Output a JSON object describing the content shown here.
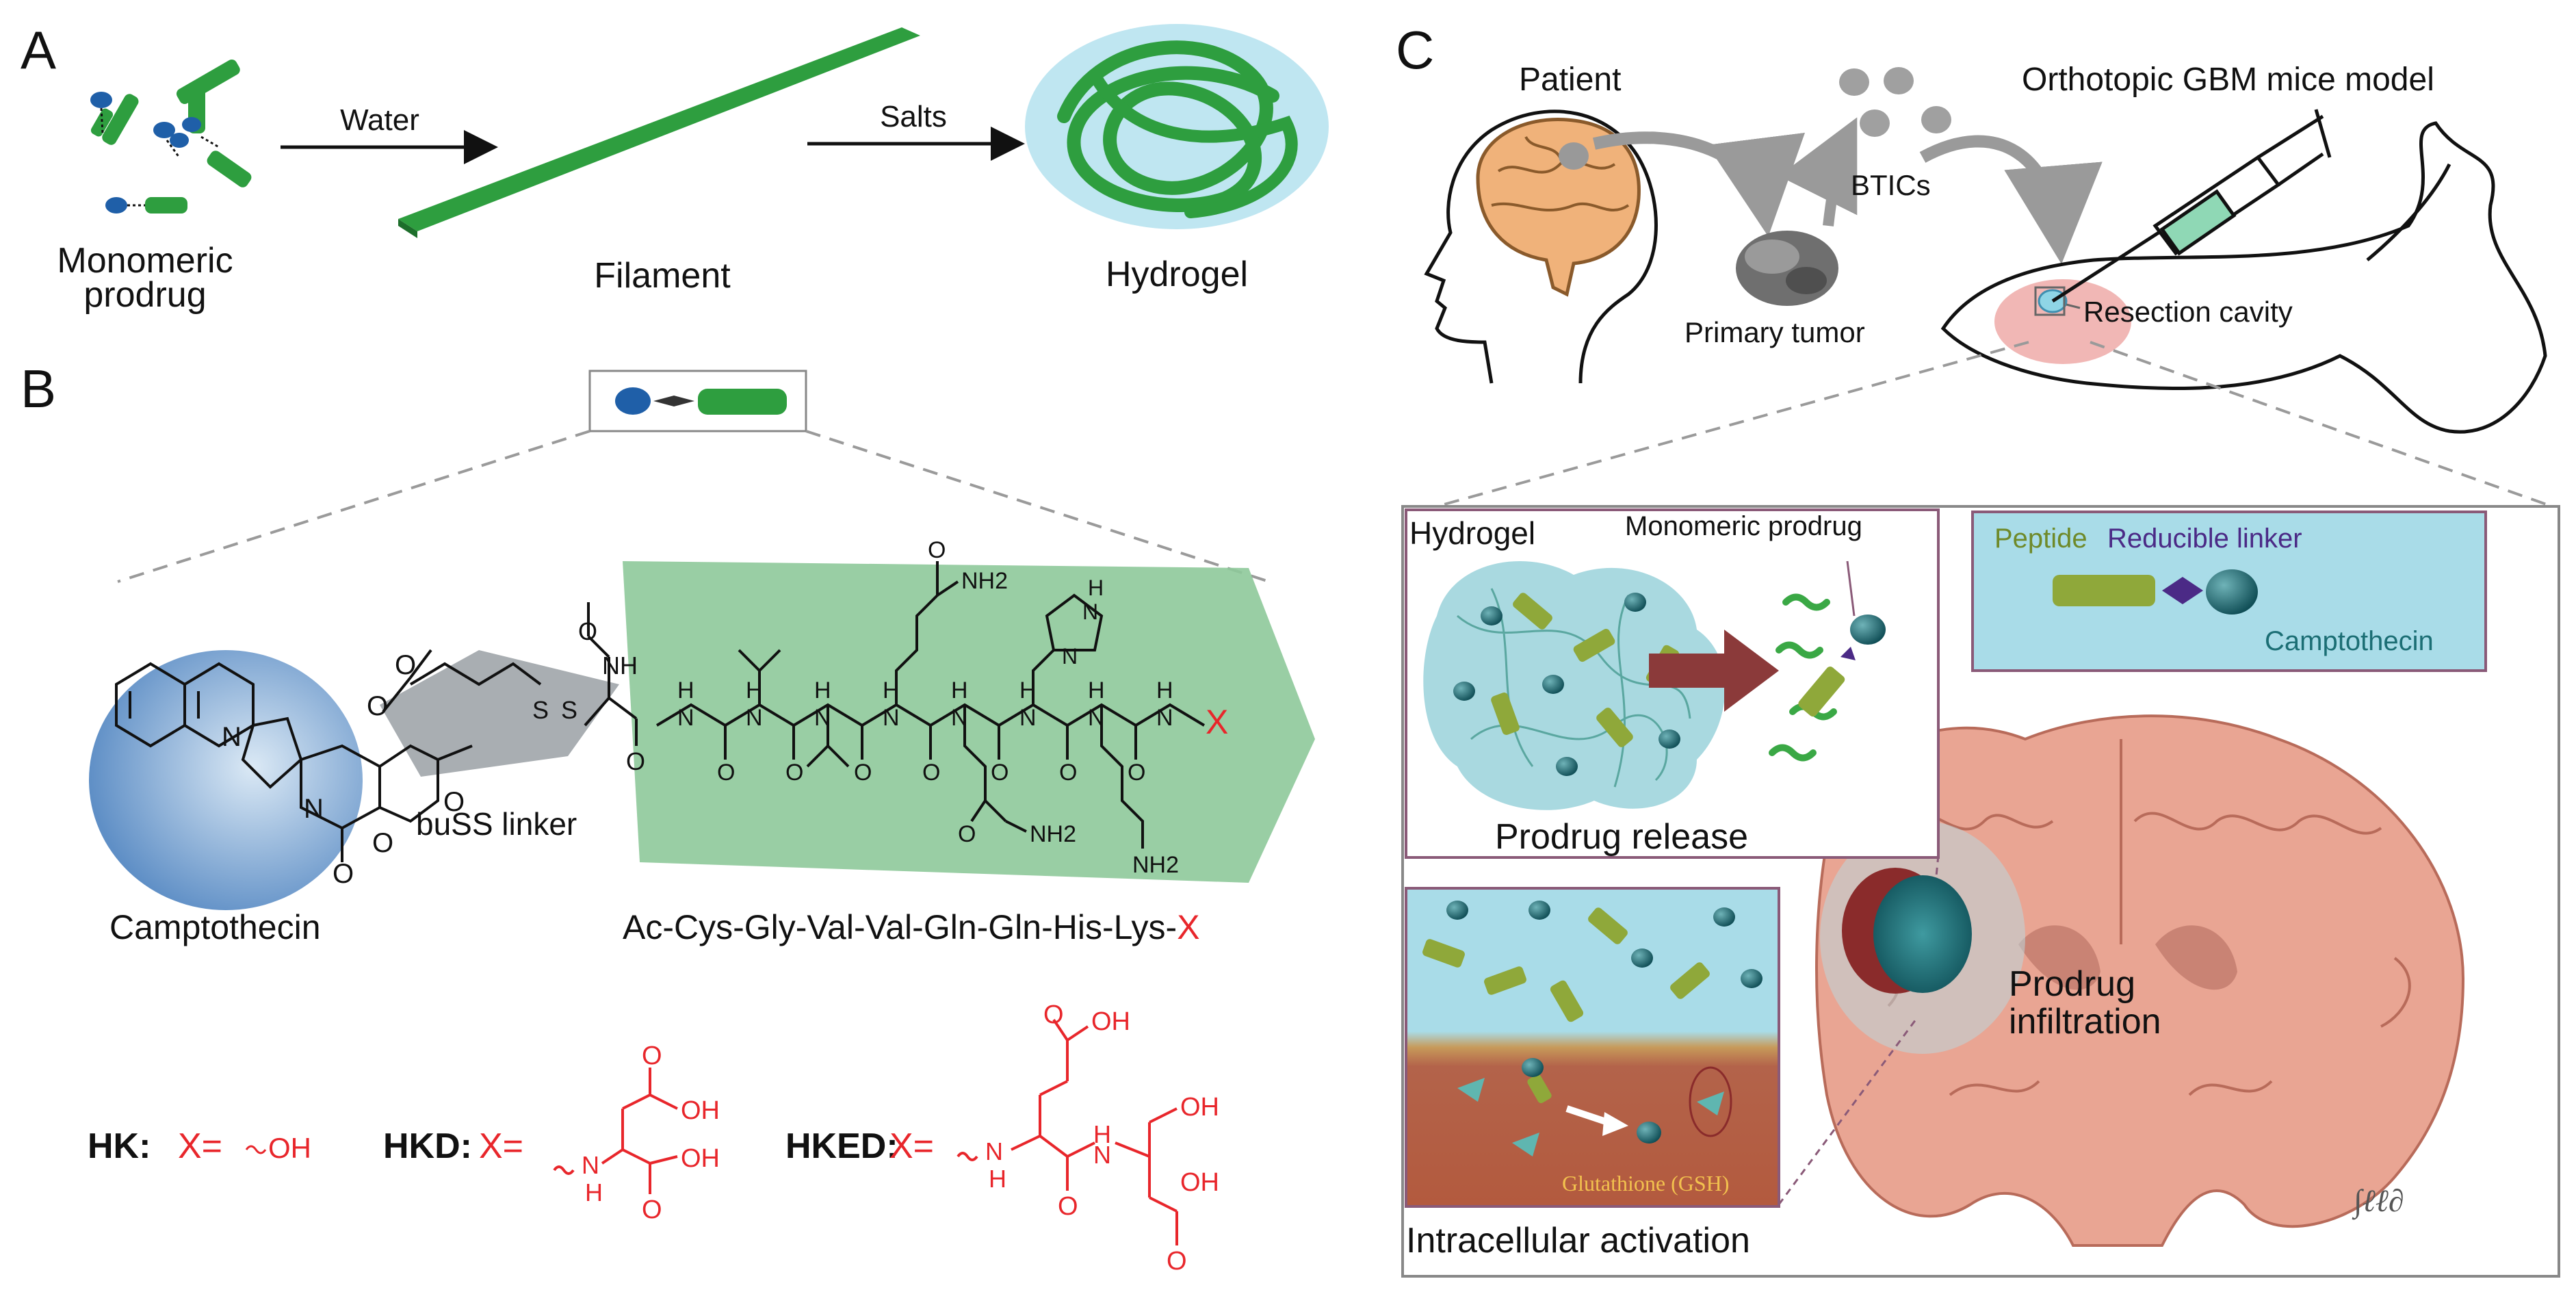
{
  "panel_a": {
    "letter": "A",
    "monomer_label_1": "Monomeric",
    "monomer_label_2": "prodrug",
    "arrow1_label": "Water",
    "filament_label": "Filament",
    "arrow2_label": "Salts",
    "hydrogel_label": "Hydrogel"
  },
  "panel_b": {
    "letter": "B",
    "camptothecin_label": "Camptothecin",
    "linker_label": "buSS linker",
    "peptide_sequence": "Ac-Cys-Gly-Val-Val-Gln-Gln-His-Lys-",
    "peptide_x": "X",
    "atoms": {
      "N": "N",
      "O": "O",
      "S": "S",
      "H": "H",
      "NH": "NH",
      "HN": "HN",
      "NH2": "NH2",
      "OH": "OH",
      "X": "X"
    },
    "variants": [
      {
        "name": "HK:",
        "x_label": "X=",
        "group": "OH"
      },
      {
        "name": "HKD:",
        "x_label": "X=",
        "groups": [
          "OH",
          "OH"
        ],
        "nh": "N",
        "h": "H"
      },
      {
        "name": "HKED:",
        "x_label": "X=",
        "groups": [
          "OH",
          "OH",
          "OH"
        ],
        "nh": "N",
        "h": "H"
      }
    ]
  },
  "panel_c": {
    "letter": "C",
    "patient_label": "Patient",
    "primary_tumor_label": "Primary tumor",
    "btics_label": "BTICs",
    "model_label": "Orthotopic GBM mice model",
    "resection_label": "Resection cavity",
    "hydrogel_label": "Hydrogel",
    "monomeric_label": "Monomeric prodrug",
    "prodrug_release_label": "Prodrug release",
    "legend": {
      "peptide": "Peptide",
      "linker": "Reducible linker",
      "drug": "Camptothecin"
    },
    "gsh_label": "Glutathione (GSH)",
    "intracellular_label": "Intracellular activation",
    "infiltration_1": "Prodrug",
    "infiltration_2": "infiltration"
  },
  "colors": {
    "green": "#2e9e3f",
    "blue": "#1f5fa8",
    "red": "#e8262b",
    "teal": "#1b6e74",
    "olive": "#8fa83a",
    "purple": "#4b2a86",
    "brain": "#e9a593",
    "hydrogel_bg": "#bfe6f1"
  }
}
